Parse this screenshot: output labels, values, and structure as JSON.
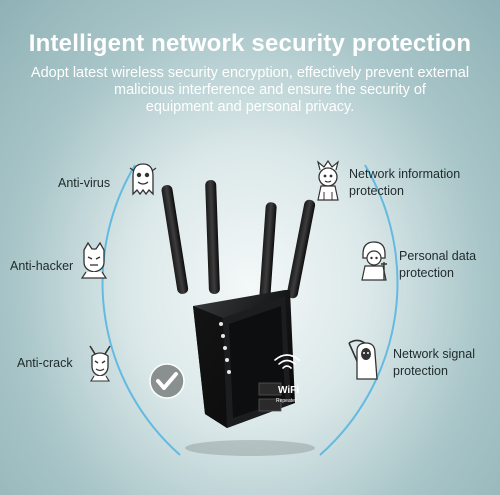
{
  "headline": "Intelligent network security protection",
  "subtitle": {
    "line1": "Adopt latest wireless security encryption, effectively prevent external",
    "line2": "malicious interference and ensure the security of",
    "line3": "equipment and personal privacy."
  },
  "features_left": [
    {
      "label": "Anti-virus",
      "icon": "virus-ghost-icon"
    },
    {
      "label": "Anti-hacker",
      "icon": "hacker-icon"
    },
    {
      "label": "Anti-crack",
      "icon": "cracker-devil-icon"
    }
  ],
  "features_right": [
    {
      "label_line1": "Network information",
      "label_line2": "protection",
      "icon": "network-info-icon"
    },
    {
      "label_line1": "Personal data",
      "label_line2": "protection",
      "icon": "personal-data-icon"
    },
    {
      "label_line1": "Network signal",
      "label_line2": "protection",
      "icon": "grim-reaper-icon"
    }
  ],
  "device": {
    "logo_text": "WiFi",
    "logo_subtext": "Repeater"
  },
  "colors": {
    "background": "#a9c6c9",
    "arc": "#58b6e0",
    "text_dark": "#1f2a2c",
    "headline": "#ffffff"
  }
}
